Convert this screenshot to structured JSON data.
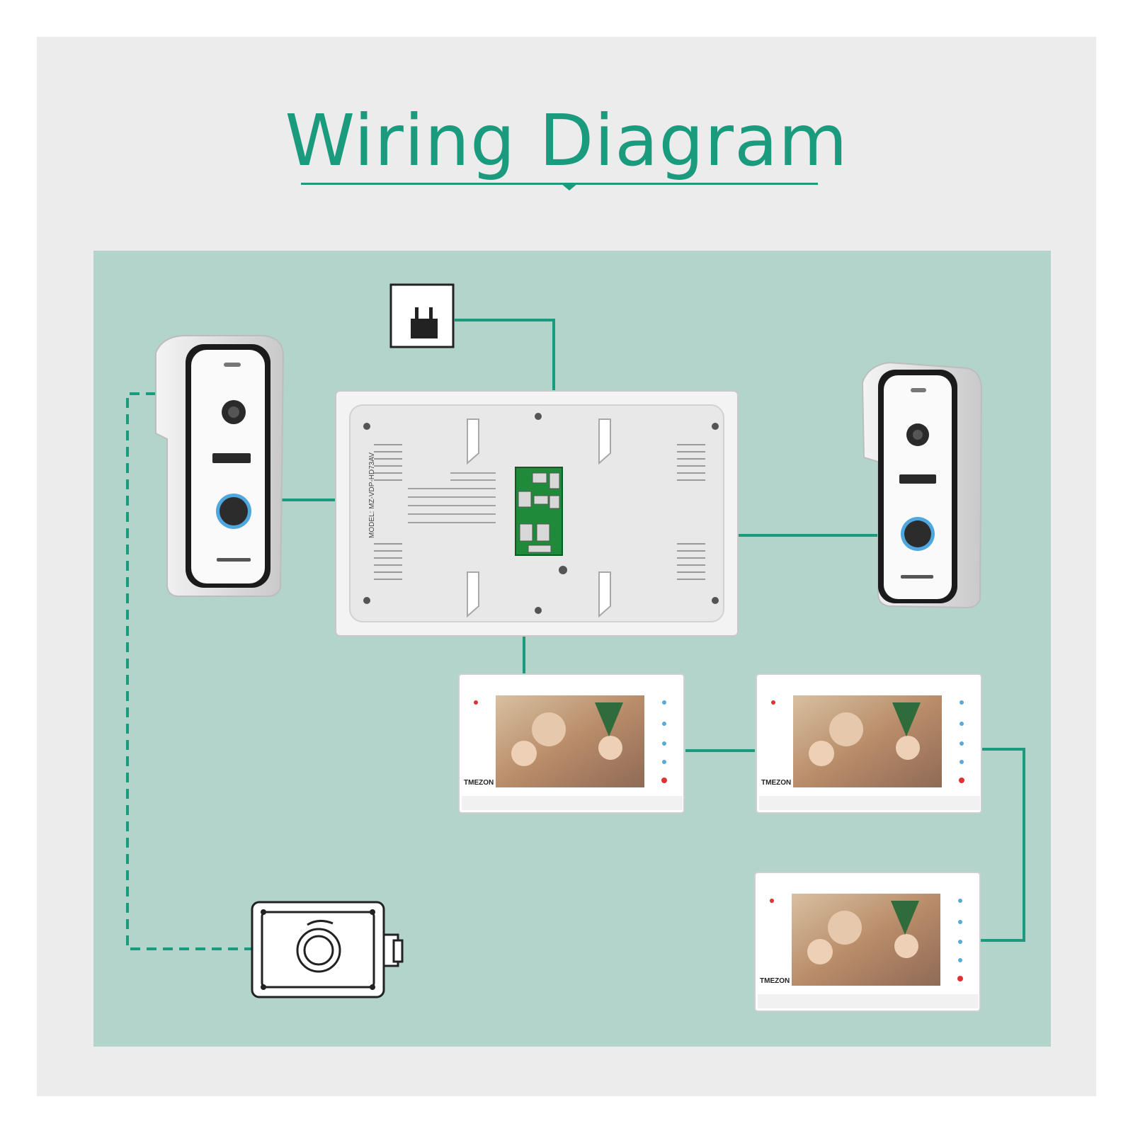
{
  "title": "Wiring Diagram",
  "colors": {
    "accent": "#1a9b7d",
    "panel_bg": "#b2d4ca",
    "wire": "#1a9b7d",
    "outer_bg": "#ececec"
  },
  "main_unit": {
    "model_label": "MODEL: MZ-VDP-HD73AV"
  },
  "monitors": [
    {
      "brand": "TMEZON"
    },
    {
      "brand": "TMEZON"
    },
    {
      "brand": "TMEZON"
    }
  ],
  "icons": [
    "power-outlet-icon",
    "door-camera-icon",
    "electric-lock-icon",
    "indoor-monitor-icon"
  ]
}
